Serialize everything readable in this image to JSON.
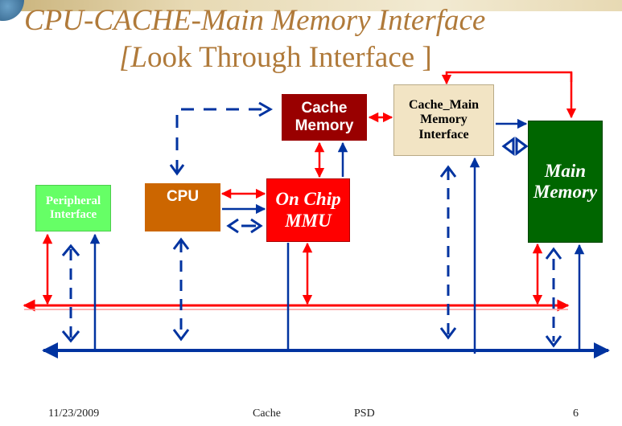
{
  "slide": {
    "title_line1": "CPU-CACHE-Main Memory Interface",
    "title_line2_prefix": "[",
    "title_line2_L": "L",
    "title_line2_rest": "ook Through Interface ]"
  },
  "blocks": {
    "peripheral": "Peripheral\nInterface",
    "cpu": "CPU",
    "mmu": "On Chip\nMMU",
    "cache": "Cache\nMemory",
    "cache_main": "Cache_Main\nMemory\nInterface",
    "main_memory": "Main\nMemory"
  },
  "footer": {
    "date": "11/23/2009",
    "topic": "Cache",
    "author": "PSD",
    "page": "6"
  },
  "colors": {
    "red_bus": "#ff0000",
    "blue_bus": "#0033a0",
    "title": "#b07a3a"
  }
}
